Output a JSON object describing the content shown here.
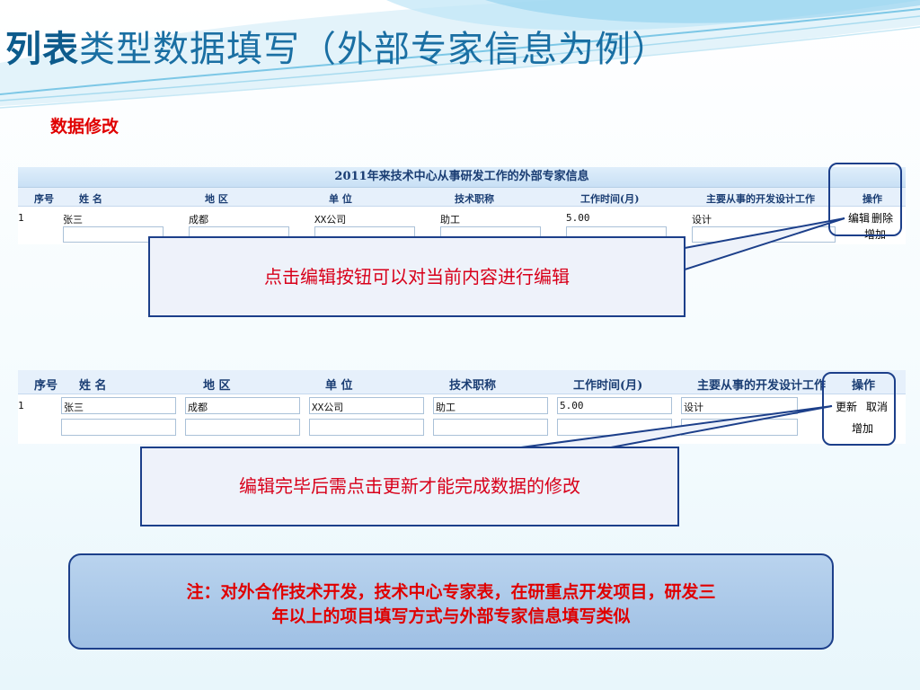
{
  "slide": {
    "title_bold": "列表",
    "title_rest": "类型数据填写（外部专家信息为例）",
    "subtitle": "数据修改"
  },
  "shot1": {
    "header": "2011年来技术中心从事研发工作的外部专家信息",
    "columns": [
      "序号",
      "姓 名",
      "地 区",
      "单 位",
      "技术职称",
      "工作时间(月)",
      "主要从事的开发设计工作",
      "操作"
    ],
    "row": [
      "1",
      "张三",
      "成都",
      "XX公司",
      "助工",
      "5.00",
      "设计"
    ],
    "actions": {
      "edit": "编辑",
      "delete": "删除",
      "add": "增加"
    }
  },
  "shot2": {
    "columns": [
      "序号",
      "姓 名",
      "地 区",
      "单 位",
      "技术职称",
      "工作时间(月)",
      "主要从事的开发设计工作",
      "操作"
    ],
    "row": [
      "1",
      "张三",
      "成都",
      "XX公司",
      "助工",
      "5.00",
      "设计"
    ],
    "actions": {
      "update": "更新",
      "cancel": "取消",
      "add": "增加"
    }
  },
  "callouts": {
    "edit": "点击编辑按钮可以对当前内容进行编辑",
    "update": "编辑完毕后需点击更新才能完成数据的修改"
  },
  "note": {
    "line1": "注：对外合作技术开发，技术中心专家表，在研重点开发项目，研发三",
    "line2": "年以上的项目填写方式与外部专家信息填写类似"
  },
  "colors": {
    "accent": "#1c3f8a",
    "red": "#e00000",
    "title": "#1a6fa3"
  }
}
